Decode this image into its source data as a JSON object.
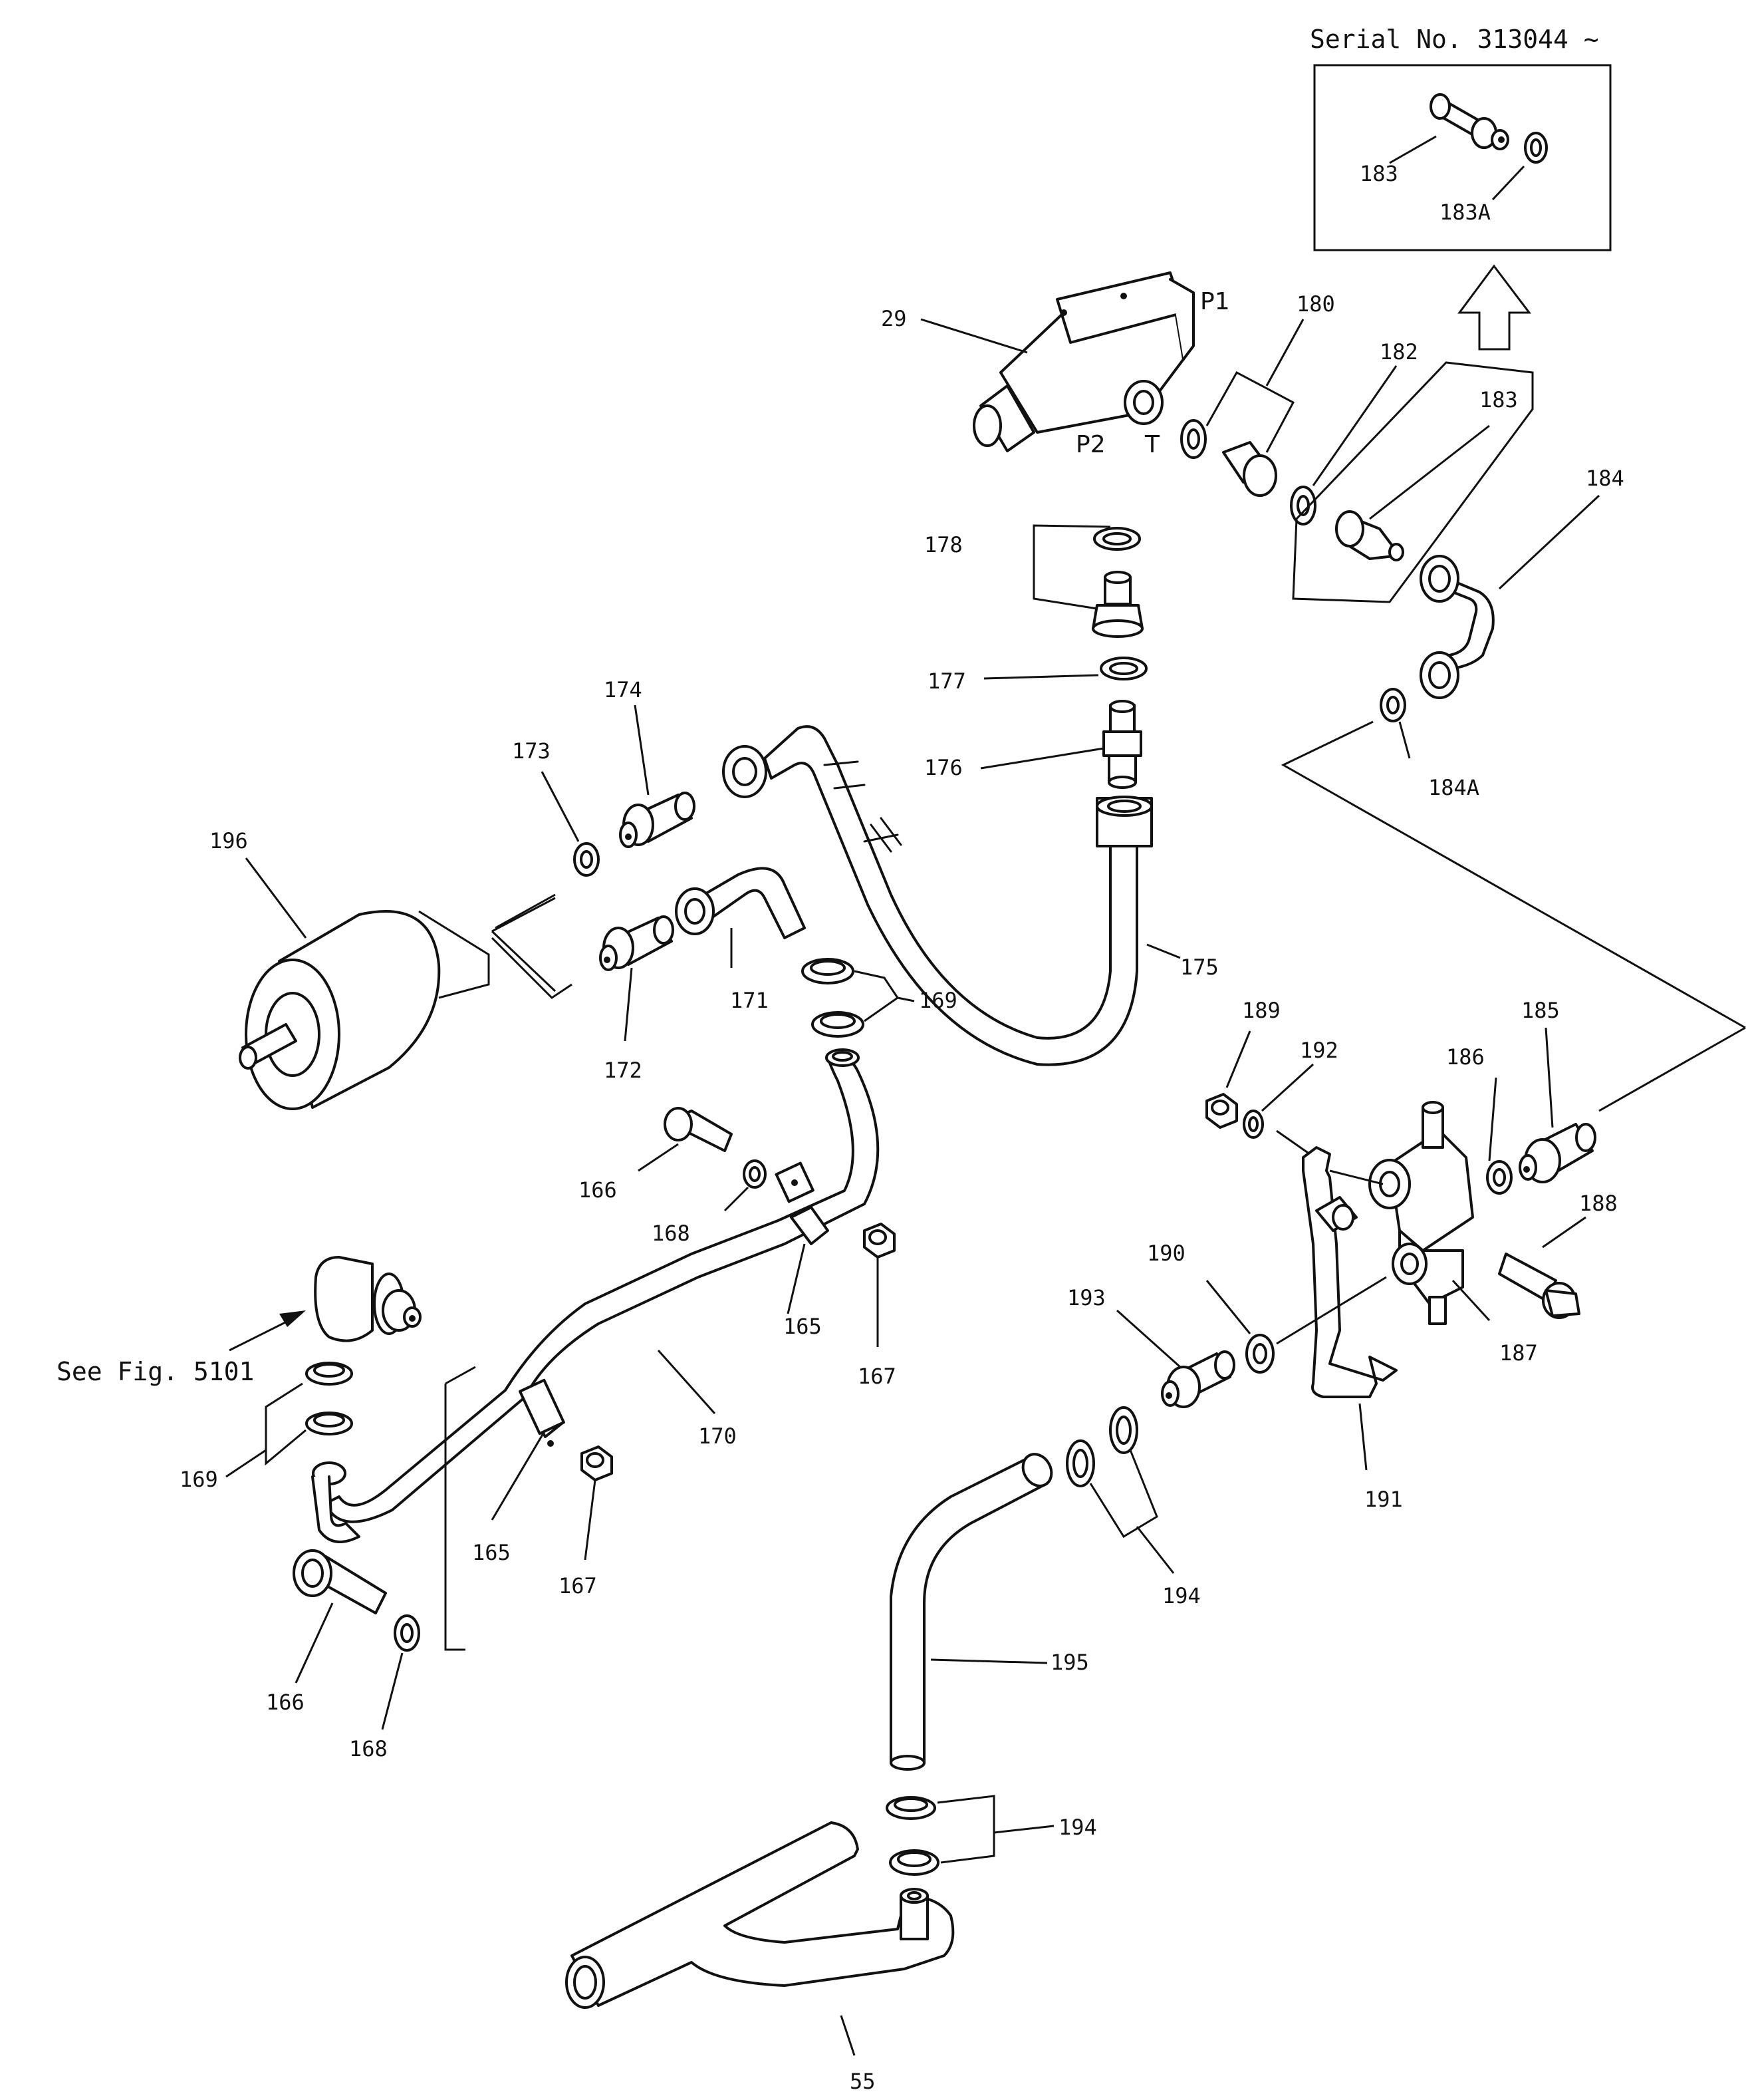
{
  "serial_box": {
    "title": "Serial No. 313044 ~",
    "parts": [
      "183",
      "183A"
    ]
  },
  "reference": {
    "text": "See Fig. 5101"
  },
  "ports": {
    "p1": "P1",
    "p2": "P2",
    "t": "T"
  },
  "callouts": {
    "c29": "29",
    "c180": "180",
    "c182": "182",
    "c183": "183",
    "c184": "184",
    "c184a": "184A",
    "c178": "178",
    "c177": "177",
    "c176": "176",
    "c175": "175",
    "c174": "174",
    "c173": "173",
    "c196": "196",
    "c172": "172",
    "c171": "171",
    "c169a": "169",
    "c166a": "166",
    "c168a": "168",
    "c165a": "165",
    "c167a": "167",
    "c170": "170",
    "c169b": "169",
    "c165b": "165",
    "c167b": "167",
    "c166b": "166",
    "c168b": "168",
    "c189": "189",
    "c192": "192",
    "c185": "185",
    "c186": "186",
    "c188": "188",
    "c190": "190",
    "c193": "193",
    "c187": "187",
    "c191": "191",
    "c194a": "194",
    "c195": "195",
    "c194b": "194",
    "c55": "55"
  }
}
